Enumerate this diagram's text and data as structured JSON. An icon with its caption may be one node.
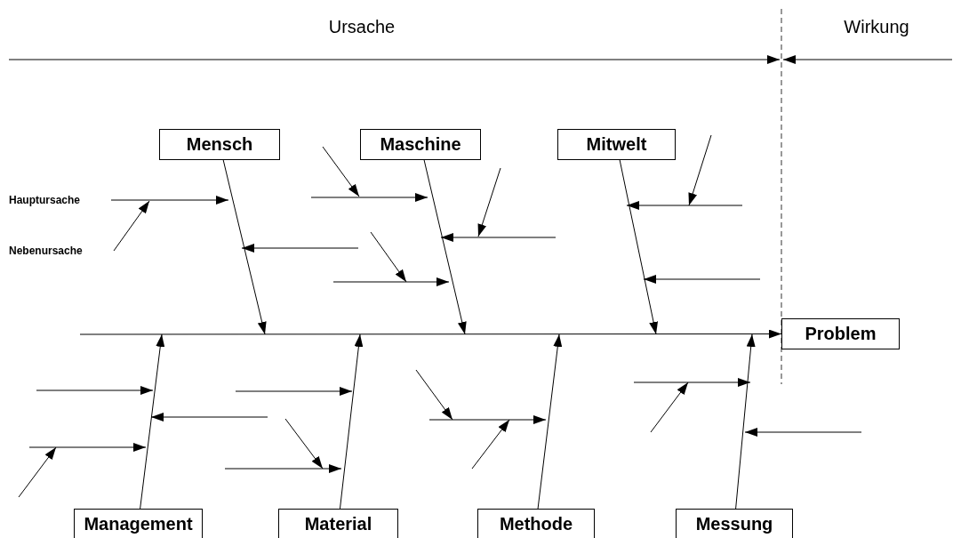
{
  "diagram": {
    "nodes": [
      {
        "text": [
          "Mensch"
        ]
      },
      {
        "text": [
          "Maschine"
        ]
      },
      {
        "text": [
          "Mitwelt"
        ]
      },
      {
        "text": [
          "Problem"
        ]
      },
      {
        "text": [
          "Management"
        ]
      },
      {
        "text": [
          "Material"
        ]
      },
      {
        "text": [
          "Methode"
        ]
      },
      {
        "text": [
          "Messung"
        ]
      }
    ],
    "edges": [
      {
        "from": null,
        "to": 3,
        "arrow": "to"
      },
      {
        "from": 0,
        "to": null,
        "arrow": "to"
      },
      {
        "from": 1,
        "to": null,
        "arrow": "to"
      },
      {
        "from": 2,
        "to": null,
        "arrow": "to"
      },
      {
        "from": 4,
        "to": null,
        "arrow": "to"
      },
      {
        "from": 5,
        "to": null,
        "arrow": "to"
      },
      {
        "from": 6,
        "to": null,
        "arrow": "to"
      },
      {
        "from": 7,
        "to": null,
        "arrow": "to"
      }
    ],
    "labels": [
      "Ursache",
      "Wirkung",
      "Hauptursache",
      "Nebenursache"
    ]
  }
}
